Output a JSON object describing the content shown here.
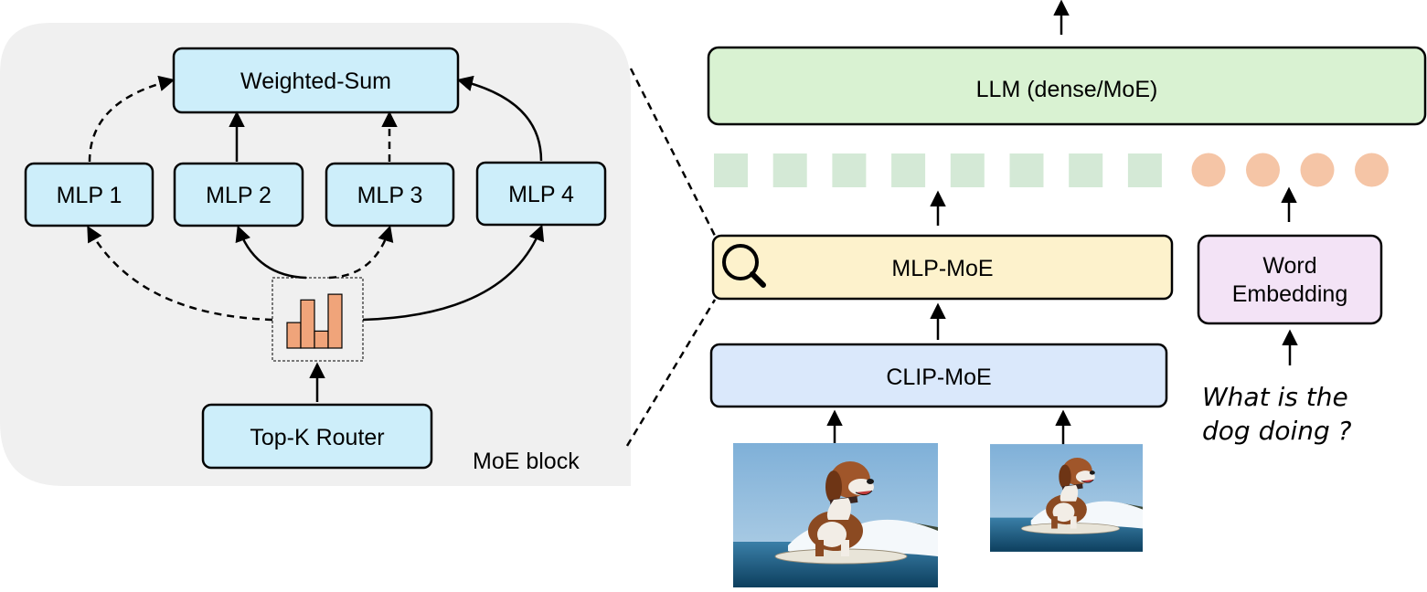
{
  "moe_block": {
    "label": "MoE block",
    "weighted_sum": "Weighted-Sum",
    "experts": [
      "MLP 1",
      "MLP 2",
      "MLP 3",
      "MLP 4"
    ],
    "router": "Top-K Router",
    "router_weights": [
      0.45,
      0.85,
      0.3,
      0.95
    ]
  },
  "pipeline": {
    "llm": "LLM (dense/MoE)",
    "mlp_moe": "MLP-MoE",
    "clip_moe": "CLIP-MoE",
    "word_embedding_line1": "Word",
    "word_embedding_line2": "Embedding",
    "question_line1": "What is the",
    "question_line2": "dog doing ?",
    "visual_token_count": 8,
    "text_token_count": 4
  },
  "images": [
    {
      "name": "dog-surfing-image-large",
      "subject": "dog surfing on a surfboard"
    },
    {
      "name": "dog-surfing-image-small",
      "subject": "dog surfing on a surfboard"
    }
  ],
  "colors": {
    "panel_bg": "#f0f0f0",
    "expert_fill": "#cdeefa",
    "llm_fill": "#d9f2d2",
    "mlp_moe_fill": "#fdf2cc",
    "clip_moe_fill": "#dae8fb",
    "word_emb_fill": "#f3e3f6",
    "visual_token": "#d4e9d6",
    "text_token": "#f5c5a6",
    "router_bar": "#f0a47a"
  }
}
